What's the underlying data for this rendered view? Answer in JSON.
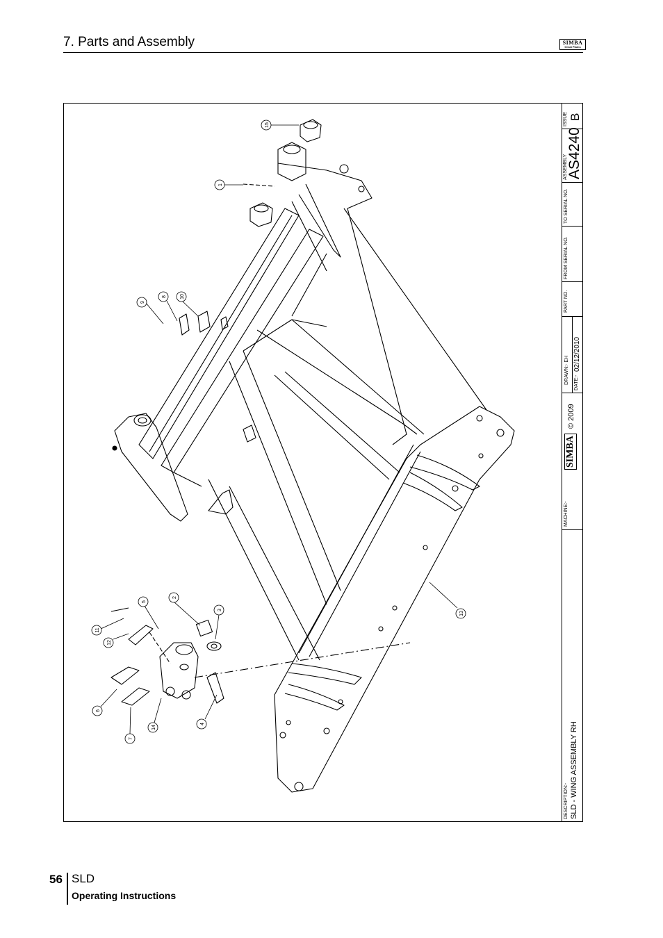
{
  "header": {
    "section_title": "7. Parts and Assembly"
  },
  "logo": {
    "brand": "SIMBA",
    "sub": "Great Plains"
  },
  "title_block": {
    "description_label": "DESCRIPTION:-",
    "description": "SLD - WING ASSEMBLY RH",
    "machine_label": "MACHINE:-",
    "brand": "SIMBA",
    "copyright": "© 2009",
    "drawn": "DRAWN:- EH",
    "date_label": "DATE:-",
    "date": "02/12/2010",
    "part_no_label": "PART NO.",
    "from_serial_label": "FROM SERIAL NO.",
    "to_serial_label": "TO SERIAL NO.",
    "assembly_label": "ASSEMBLY",
    "assembly": "AS4240",
    "issue_label": "ISSUE",
    "issue": "B"
  },
  "callouts": [
    "1",
    "2",
    "3",
    "4",
    "5",
    "6",
    "7",
    "8",
    "9",
    "10",
    "11",
    "12",
    "13",
    "14",
    "15"
  ],
  "footer": {
    "page_number": "56",
    "product": "SLD",
    "subtitle": "Operating Instructions"
  }
}
